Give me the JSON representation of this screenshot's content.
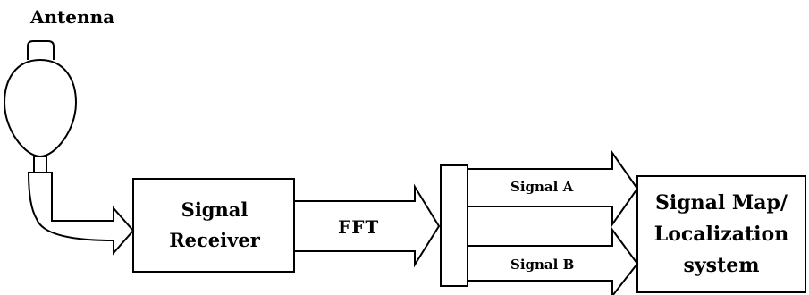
{
  "antenna": {
    "label": "Antenna"
  },
  "receiver": {
    "line1": "Signal",
    "line2": "Receiver"
  },
  "fft": {
    "label": "FFT"
  },
  "signal_a": {
    "label": "Signal A"
  },
  "signal_b": {
    "label": "Signal B"
  },
  "map": {
    "line1": "Signal Map/",
    "line2": "Localization",
    "line3": "system"
  },
  "colors": {
    "stroke": "#000000",
    "background": "#ffffff"
  }
}
